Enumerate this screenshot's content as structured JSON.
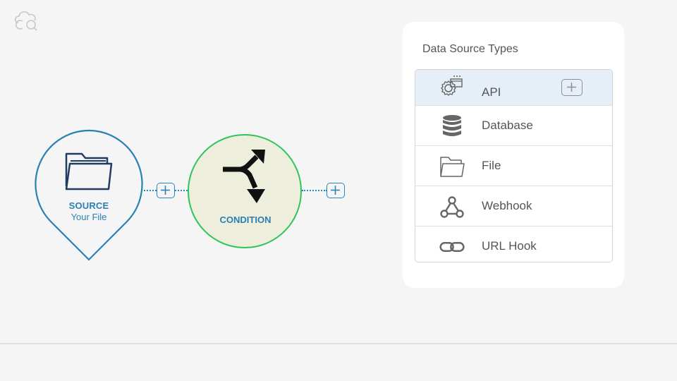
{
  "app": {
    "logo_icon": "cloud-cq-logo-icon"
  },
  "flow": {
    "source": {
      "title": "SOURCE",
      "subtitle": "Your File",
      "icon": "folder-icon",
      "color": "#2a7fb3"
    },
    "condition": {
      "label": "CONDITION",
      "icon": "split-arrows-icon",
      "border_color": "#2ec45a",
      "fill_color": "#eeeedd"
    },
    "add_icon": "plus-icon"
  },
  "panel": {
    "title": "Data Source Types",
    "items": [
      {
        "label": "API",
        "icon": "api-gear-icon",
        "selected": true
      },
      {
        "label": "Database",
        "icon": "database-icon"
      },
      {
        "label": "File",
        "icon": "folder-icon"
      },
      {
        "label": "Webhook",
        "icon": "webhook-icon"
      },
      {
        "label": "URL Hook",
        "icon": "link-icon"
      }
    ]
  },
  "colors": {
    "accent": "#2a86c1",
    "background": "#f5f5f5",
    "highlight": "#e6eff7"
  }
}
